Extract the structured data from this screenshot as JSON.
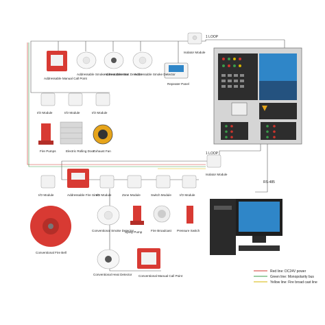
{
  "diagram": {
    "loop_top_label": "1 LOOP",
    "loop_mid_label": "1 LOOP",
    "rs485_label": "RS-485",
    "panel": {
      "screen_caption": "",
      "title_line1": "",
      "title_line2": ""
    },
    "labels": {
      "isolator_top": "Isolator Module",
      "repeater": "Repeater Panel",
      "smoke_detector": "Addressable Smoke Detector",
      "heat_detector": "Addressable Heat Detector",
      "smoke_heat_detector": "Addressable Smoke & Heat Detector",
      "manual_call_point": "Addressable Manual Call Point",
      "io_module_1": "I/O Module",
      "io_module_2": "I/O Module",
      "io_module_3": "I/O Module",
      "fire_pumps": "Fire Pumps",
      "rolling_door": "Electric Rolling Door",
      "exhaust_fan": "Exhaust Fan",
      "isolator_mid": "Isolator Module",
      "io_module_4": "I/O Module",
      "switch_module": "Switch Module",
      "io_module_5": "I/O Module",
      "zone_module": "Zone Module",
      "fire_siren": "Addressable Fire Siren",
      "io_module_6": "I/O Module",
      "pressure_switch": "Pressure Switch",
      "fire_broadcast": "Fire Broadcast",
      "spray_pump": "Spray Pump",
      "conv_smoke": "Conventional Smoke Detector",
      "fire_bell": "Conventional Fire Bell",
      "conv_heat": "Conventional Heat Detector",
      "conv_mcp": "Conventional Manual Call Point"
    },
    "legend": [
      {
        "text": "Red line: DC24V power",
        "color": "#d0342c"
      },
      {
        "text": "Green line: Monopolarity bus",
        "color": "#3a9b4a"
      },
      {
        "text": "Yellow line: Fire broad cast line",
        "color": "#d6b400"
      }
    ],
    "colors": {
      "panel": "#d9d9d9",
      "panel_dark": "#2a2a2a",
      "device_red": "#d83a33",
      "screen_blue": "#2f86c8",
      "wire": "#666666"
    }
  }
}
